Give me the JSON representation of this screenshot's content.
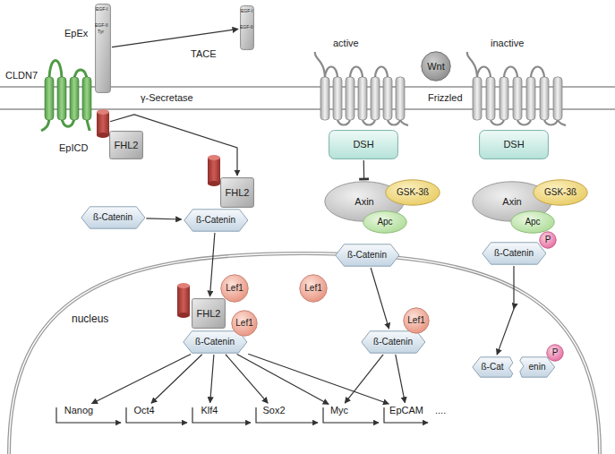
{
  "diagram": {
    "nodes": [
      {
        "text": [
          "EpEx",
          "EGF-I",
          "EGF-II",
          "Tyr"
        ]
      },
      {
        "text": [
          "EGF-I",
          "EGF-II"
        ]
      },
      {
        "text": [
          "Wnt"
        ]
      },
      {
        "text": [
          "EpICD"
        ]
      },
      {
        "text": [
          "FHL2"
        ]
      },
      {
        "text": [
          "DSH"
        ]
      },
      {
        "text": [
          "DSH"
        ]
      },
      {
        "text": [
          "Axin"
        ]
      },
      {
        "text": [
          "GSK-3ß"
        ]
      },
      {
        "text": [
          "Apc"
        ]
      },
      {
        "text": [
          "Axin"
        ]
      },
      {
        "text": [
          "GSK-3ß"
        ]
      },
      {
        "text": [
          "Apc"
        ]
      },
      {
        "text": [
          "FHL2"
        ]
      },
      {
        "text": [
          "ß-Catenin"
        ]
      },
      {
        "text": [
          "ß-Catenin"
        ]
      },
      {
        "text": [
          "ß-Catenin"
        ]
      },
      {
        "text": [
          "ß-Catenin"
        ]
      },
      {
        "text": [
          "P"
        ]
      },
      {
        "text": [
          "Lef1"
        ]
      },
      {
        "text": [
          "Lef1"
        ]
      },
      {
        "text": [
          "FHL2"
        ]
      },
      {
        "text": [
          "ß-Catenin"
        ]
      },
      {
        "text": [
          "Lef1"
        ]
      },
      {
        "text": [
          "ß-Catenin"
        ]
      },
      {
        "text": [
          "Lef1"
        ]
      },
      {
        "text": [
          "ß-Cat"
        ]
      },
      {
        "text": [
          "enin"
        ]
      },
      {
        "text": [
          "P"
        ]
      },
      {
        "text": [
          "Nanog"
        ]
      },
      {
        "text": [
          "Oct4"
        ]
      },
      {
        "text": [
          "Klf4"
        ]
      },
      {
        "text": [
          "Sox2"
        ]
      },
      {
        "text": [
          "Myc"
        ]
      },
      {
        "text": [
          "EpCAM"
        ]
      }
    ],
    "edges": [
      {
        "from": 0,
        "to": 1,
        "arrow": "to",
        "label": "TACE"
      },
      {
        "from": 3,
        "to": 13,
        "arrow": "to",
        "label": "γ-Secretase"
      },
      {
        "from": 14,
        "to": 15,
        "arrow": "to"
      },
      {
        "from": 15,
        "to": 21,
        "arrow": "to"
      },
      {
        "from": 5,
        "to": 7,
        "arrow": "to"
      },
      {
        "from": 16,
        "to": 24,
        "arrow": "to"
      },
      {
        "from": 17,
        "to": 26,
        "arrow": "to"
      },
      {
        "from": 22,
        "to": 29,
        "arrow": "to"
      },
      {
        "from": 22,
        "to": 30,
        "arrow": "to"
      },
      {
        "from": 22,
        "to": 31,
        "arrow": "to"
      },
      {
        "from": 22,
        "to": 32,
        "arrow": "to"
      },
      {
        "from": 22,
        "to": 33,
        "arrow": "to"
      },
      {
        "from": 22,
        "to": 34,
        "arrow": "to"
      },
      {
        "from": 24,
        "to": 33,
        "arrow": "to"
      },
      {
        "from": 24,
        "to": 34,
        "arrow": "to"
      }
    ],
    "labels": [
      "CLDN7",
      "Frizzled",
      "active",
      "inactive",
      "nucleus",
      "...."
    ]
  }
}
